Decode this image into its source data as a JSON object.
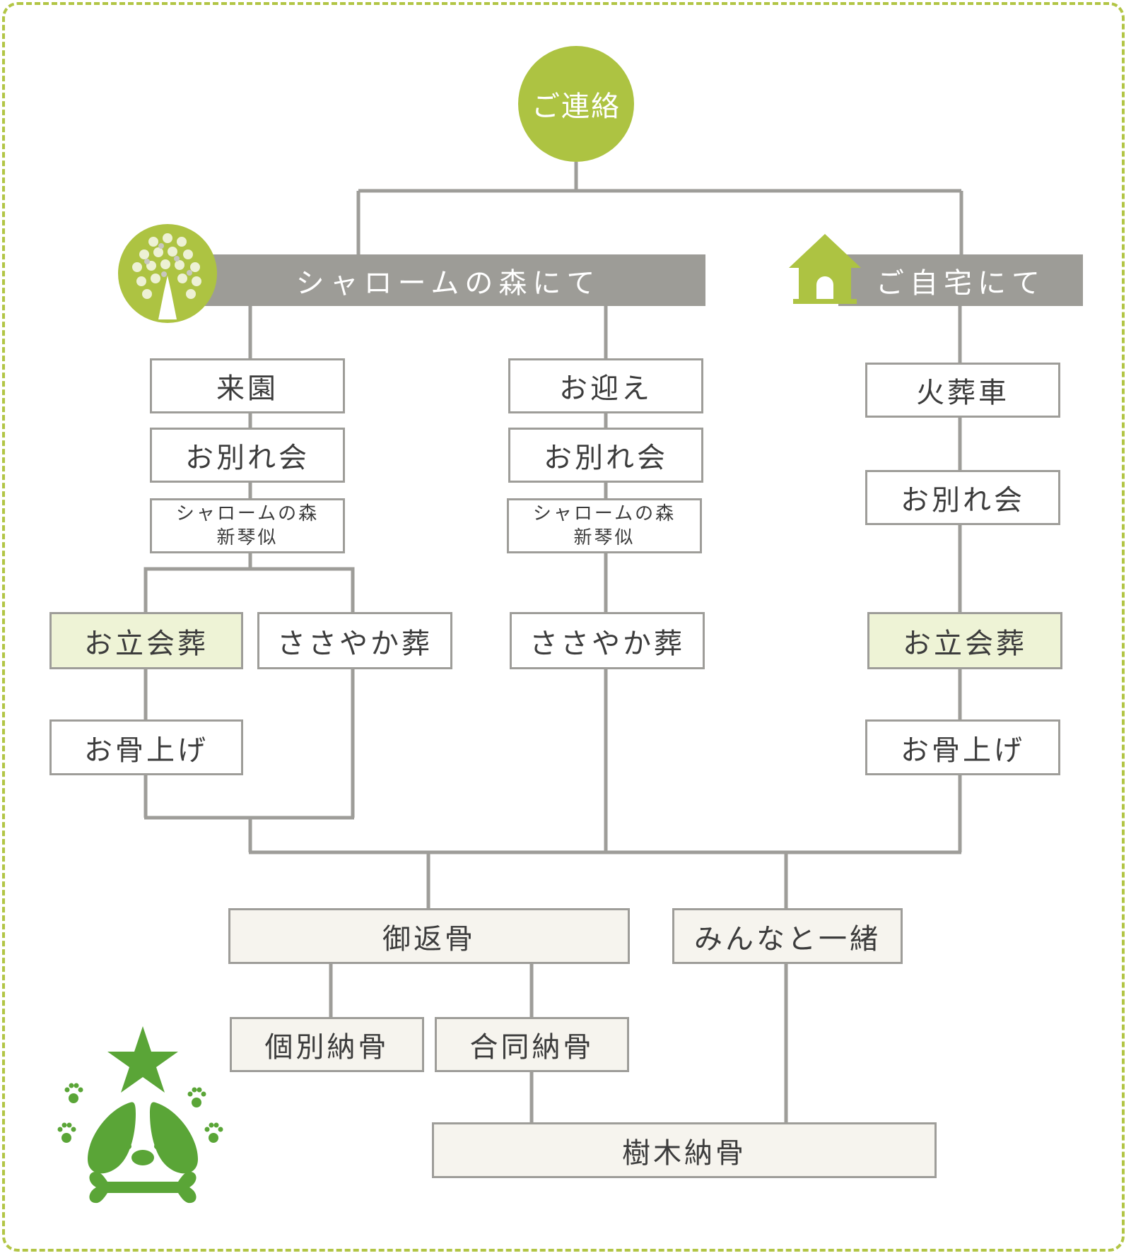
{
  "start": {
    "label": "ご連絡"
  },
  "branches": {
    "forest": {
      "label": "シャロームの森にて"
    },
    "home": {
      "label": "ご自宅にて"
    }
  },
  "forest_visit": {
    "arrival": "来園",
    "farewell": "お別れ会",
    "memorial_line1": "シャロームの森",
    "memorial_line2": "新琴似",
    "attended": "お立会葬",
    "modest": "ささやか葬",
    "bone_pickup": "お骨上げ"
  },
  "forest_pickup": {
    "pickup": "お迎え",
    "farewell": "お別れ会",
    "memorial_line1": "シャロームの森",
    "memorial_line2": "新琴似",
    "modest": "ささやか葬"
  },
  "home_flow": {
    "vehicle": "火葬車",
    "farewell": "お別れ会",
    "attended": "お立会葬",
    "bone_pickup": "お骨上げ"
  },
  "after": {
    "return_bones": "御返骨",
    "together": "みんなと一緒",
    "individual": "個別納骨",
    "joint": "合同納骨",
    "tree": "樹木納骨"
  },
  "colors": {
    "accent_green": "#adc342",
    "logo_green": "#5aa537",
    "banner_gray": "#9d9c97",
    "line_gray": "#9e9d99",
    "highlight_fill": "#eef3d6",
    "cream_fill": "#f6f4ee"
  },
  "icons": [
    "tree-icon",
    "house-icon",
    "mascot-logo"
  ]
}
